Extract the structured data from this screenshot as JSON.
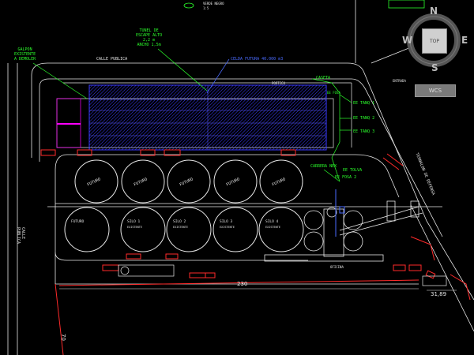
{
  "labels": {
    "top_note": "VERDE NEGRO\n1:5",
    "tunnel": "TUNEL DE\nESCAPE ALTO\n2,2 m\nANCHO 1,5m",
    "galpon": "GALPON\nEXISTENTE\nA DEMOLER",
    "calle_publica_top": "CALLE PUBLICA",
    "future_cell": "CELDA FUTURA 40.000 m3",
    "calle_publica_left": "CALLE\nPUBLICA",
    "ternalon": "TERNALON DE DEFENSA",
    "cota_1": "CASETA",
    "ee_tk1": "EE TANQ 1",
    "ee_tk2": "EE TANQ 2",
    "ee_tk3": "EE TANQ 3",
    "ee_fosa": "EE FOSA",
    "entrada": "ENTRADA",
    "ee_tolva": "EE TOLVA",
    "ee_fosa2": "EE FOSA 2",
    "carrera": "CARRERA NEX",
    "oficina": "OFICINA",
    "portico": "PORTICO"
  },
  "silos_top": [
    {
      "label": "FUTURO"
    },
    {
      "label": "FUTURO"
    },
    {
      "label": "FUTURO"
    },
    {
      "label": "FUTURO"
    },
    {
      "label": "FUTURO"
    }
  ],
  "silos_bottom": [
    {
      "label": "FUTURO",
      "sub": ""
    },
    {
      "label": "SILO 1",
      "sub": "EXISTENTE"
    },
    {
      "label": "SILO 2",
      "sub": "EXISTENTE"
    },
    {
      "label": "SILO 3",
      "sub": "EXISTENTE"
    },
    {
      "label": "SILO 4",
      "sub": "EXISTENTE"
    }
  ],
  "dimensions": {
    "horizontal": "230",
    "right": "31,89",
    "left": "70"
  },
  "viewcube": {
    "n": "N",
    "s": "S",
    "w": "W",
    "e": "E",
    "face": "TOP",
    "wcs": "WCS"
  },
  "colors": {
    "background": "#000000",
    "blue_area": "#2a2aff",
    "green": "#2bff2b",
    "red": "#ff2a2a",
    "white": "#e8e8e8",
    "magenta": "#ff00ff"
  }
}
